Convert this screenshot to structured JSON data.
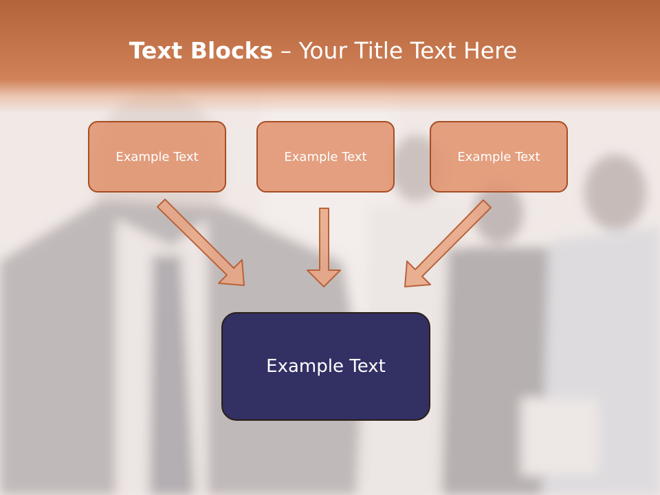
{
  "slide": {
    "title_bold": "Text Blocks",
    "title_dash": " – ",
    "title_rest": "Your Title Text Here"
  },
  "blocks": [
    {
      "label": "Example Text"
    },
    {
      "label": "Example Text"
    },
    {
      "label": "Example Text"
    }
  ],
  "target": {
    "label": "Example Text"
  },
  "colors": {
    "header": "#c8703f",
    "block_fill": "#e0946f",
    "block_border": "#a64d22",
    "target_fill": "#333064",
    "arrow_fill": "#e9a483",
    "arrow_stroke": "#b8623a"
  }
}
